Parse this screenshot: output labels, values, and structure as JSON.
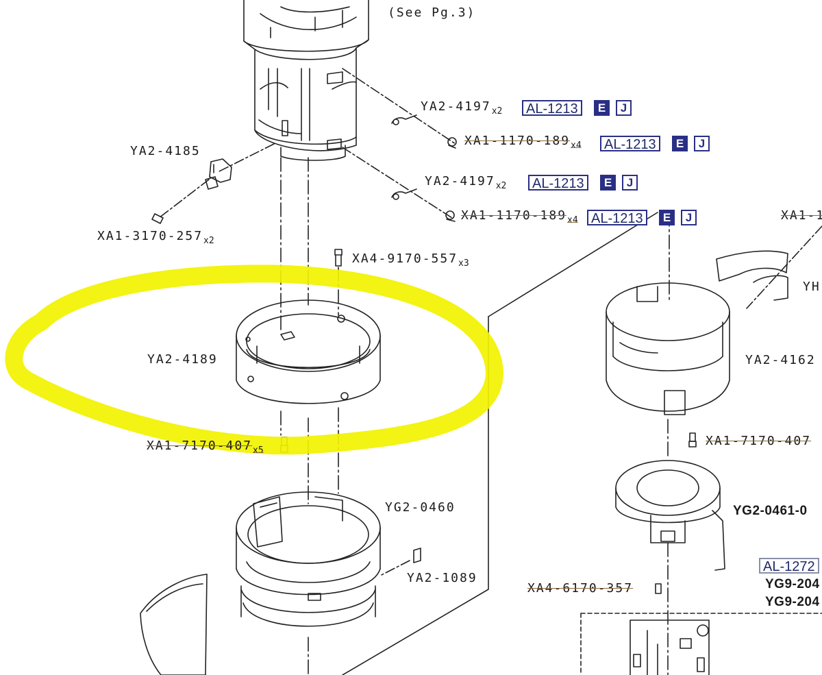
{
  "header_note": "(See Pg.3)",
  "parts": {
    "ya2_4197_a": {
      "code": "YA2-4197",
      "qty": "x2"
    },
    "xa1_1170_189_a": {
      "code": "XA1-1170-189",
      "qty": "x4"
    },
    "ya2_4197_b": {
      "code": "YA2-4197",
      "qty": "x2"
    },
    "xa1_1170_189_b": {
      "code": "XA1-1170-189",
      "qty": "x4"
    },
    "ya2_4185": {
      "code": "YA2-4185"
    },
    "xa1_3170_257": {
      "code": "XA1-3170-257",
      "qty": "x2"
    },
    "xa4_9170_557": {
      "code": "XA4-9170-557",
      "qty": "x3"
    },
    "ya2_4189": {
      "code": "YA2-4189"
    },
    "xa1_7170_407_a": {
      "code": "XA1-7170-407",
      "qty": "x5"
    },
    "yg2_0460": {
      "code": "YG2-0460"
    },
    "ya2_1089": {
      "code": "YA2-1089"
    },
    "xa1_right_top": {
      "code": "XA1-1"
    },
    "yh_right": {
      "code": "YH"
    },
    "ya2_4162": {
      "code": "YA2-4162"
    },
    "xa1_7170_407_b": {
      "code": "XA1-7170-407"
    },
    "yg2_0461": {
      "code": "YG2-0461-0"
    },
    "xa4_6170_357": {
      "code": "XA4-6170-357"
    },
    "yg9_a": {
      "code": "YG9-204"
    },
    "yg9_b": {
      "code": "YG9-204"
    }
  },
  "refs": [
    {
      "code": "AL-1213",
      "e": "E",
      "j": "J"
    },
    {
      "code": "AL-1213",
      "e": "E",
      "j": "J"
    },
    {
      "code": "AL-1213",
      "e": "E",
      "j": "J"
    },
    {
      "code": "AL-1213",
      "e": "E",
      "j": "J"
    }
  ],
  "ref_right": "AL-1272",
  "colors": {
    "ink": "#1a1a1a",
    "highlight": "#f2f200",
    "ref_box": "#2a2f85"
  }
}
